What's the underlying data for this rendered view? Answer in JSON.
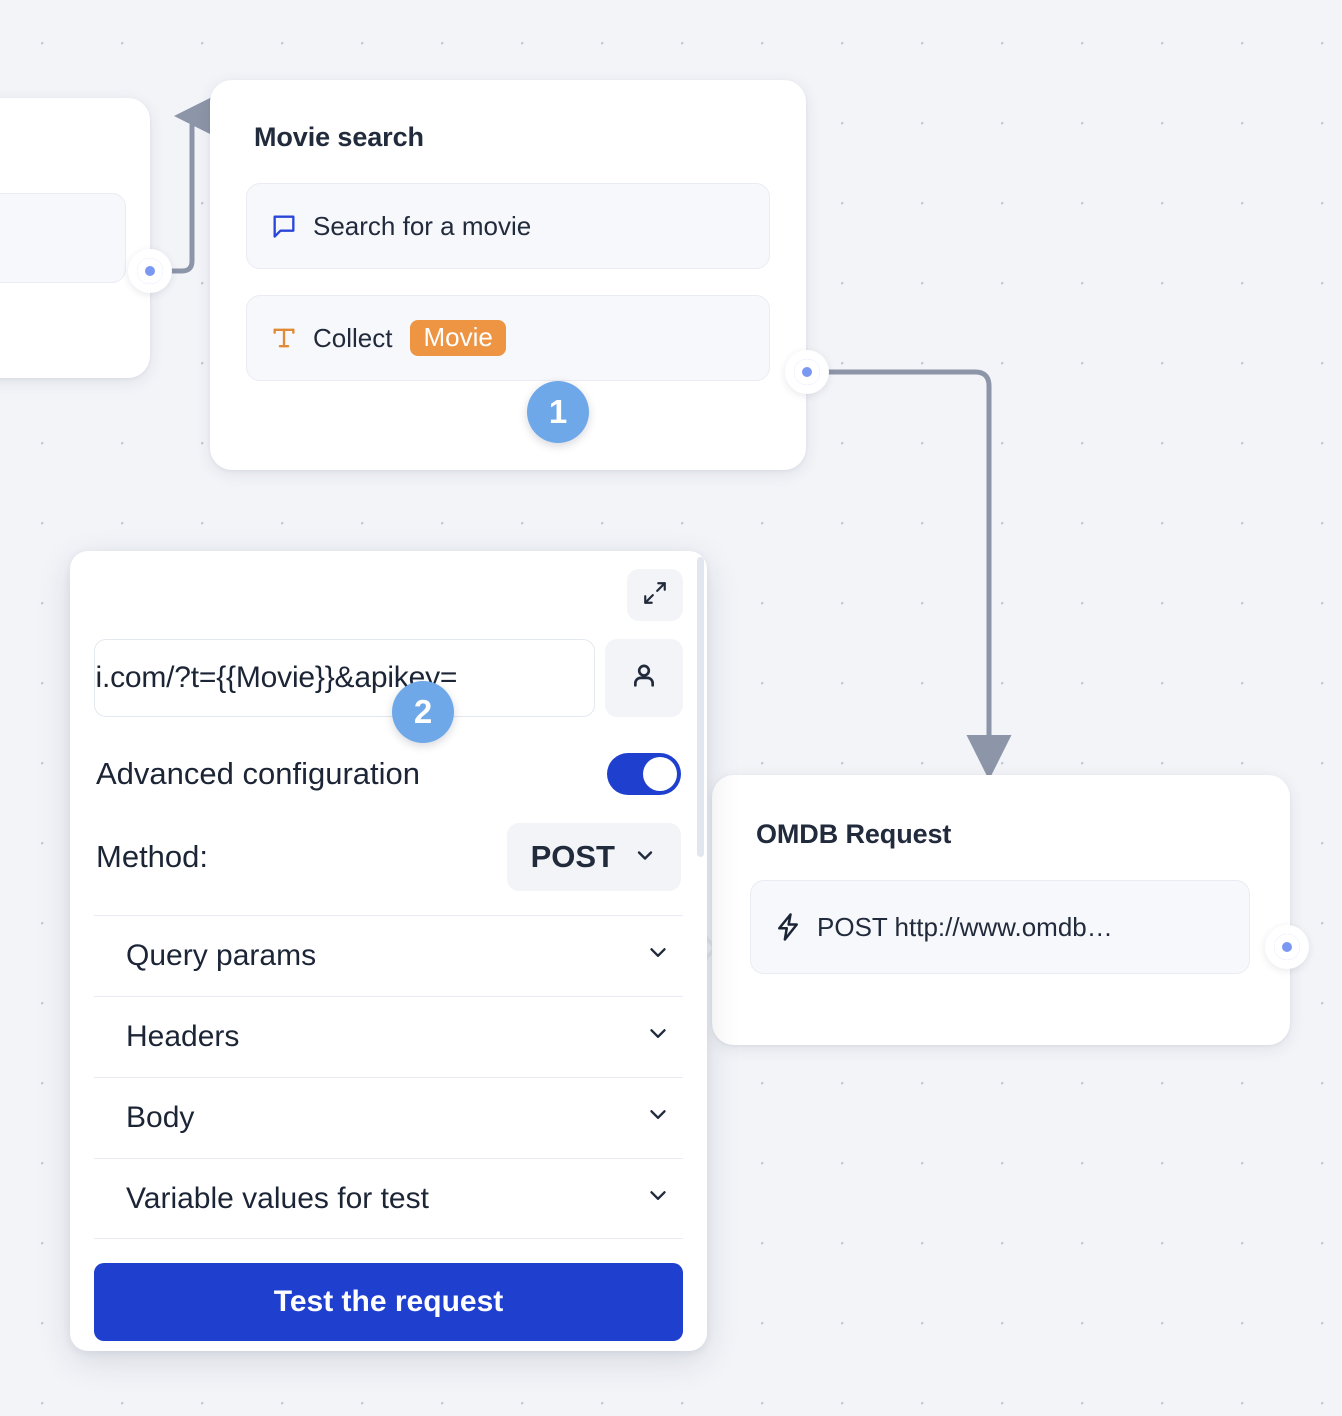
{
  "canvas": {
    "background_color": "#f2f4f8",
    "grid_dot_color": "#c7ccdb"
  },
  "nodes": {
    "partial_left": {
      "row_label": ""
    },
    "movie_search": {
      "title": "Movie search",
      "rows": [
        {
          "icon": "speech-bubble-icon",
          "label": "Search for a movie",
          "icon_color": "#2946d8"
        },
        {
          "icon": "text-type-icon",
          "label": "Collect",
          "chip": "Movie",
          "icon_color": "#e08a37",
          "chip_color": "#ed9542"
        }
      ]
    },
    "omdb_request": {
      "title": "OMDB Request",
      "rows": [
        {
          "icon": "lightning-icon",
          "label": "POST http://www.omdb…",
          "icon_color": "#1c2536"
        }
      ]
    }
  },
  "config_panel": {
    "expand_icon": "expand-diagonal-icon",
    "url_value": "pi.com/?t={{Movie}}&apikey=",
    "user_icon": "person-icon",
    "advanced_label": "Advanced configuration",
    "advanced_enabled": true,
    "toggle_color": "#1f40cf",
    "method_label": "Method:",
    "method_value": "POST",
    "accordion": [
      {
        "label": "Query params",
        "icon": "chevron-down-icon"
      },
      {
        "label": "Headers",
        "icon": "chevron-down-icon"
      },
      {
        "label": "Body",
        "icon": "chevron-down-icon"
      },
      {
        "label": "Variable values for test",
        "icon": "chevron-down-icon"
      }
    ],
    "test_button_label": "Test the request",
    "test_button_color": "#1f40cf"
  },
  "badges": [
    {
      "number": "1",
      "color": "#6fa8e8"
    },
    {
      "number": "2",
      "color": "#6fa8e8"
    }
  ],
  "ports": {
    "ring_color": "#7a98f2"
  }
}
